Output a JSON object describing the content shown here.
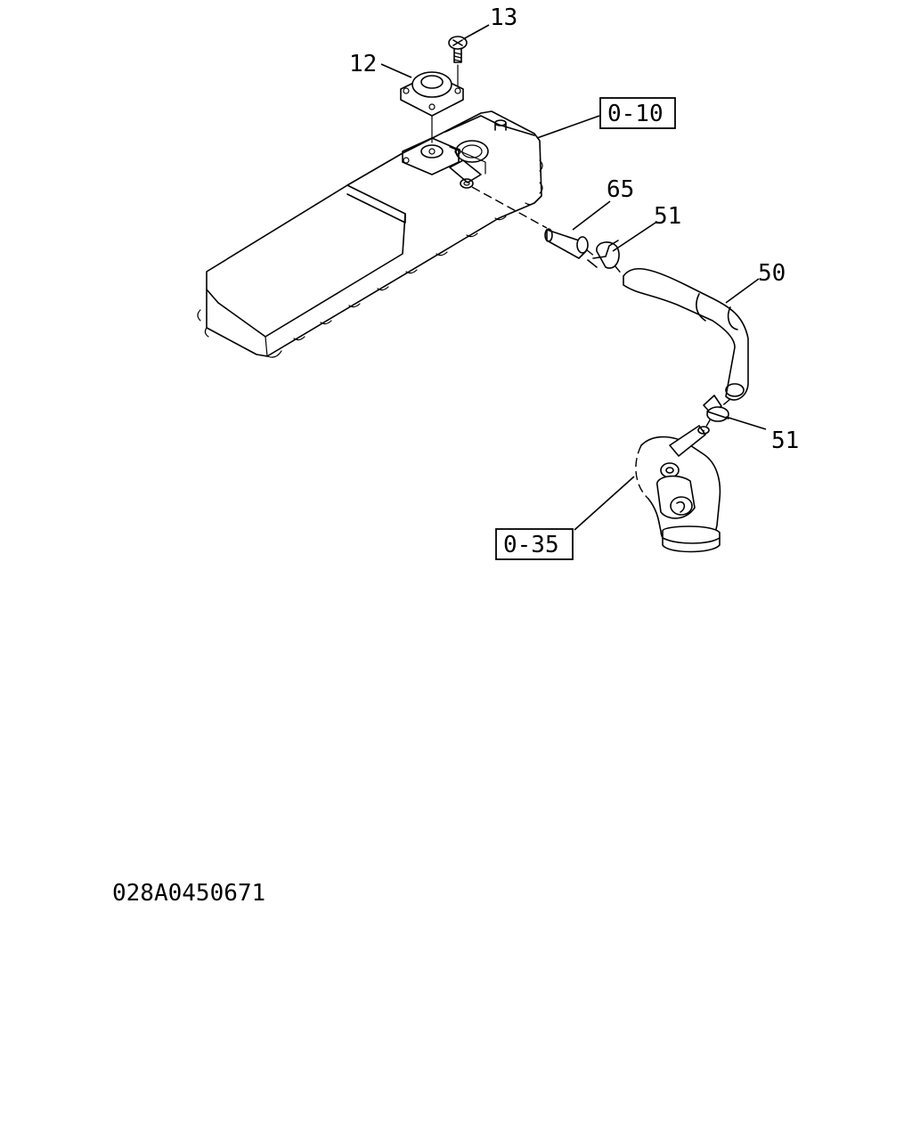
{
  "callouts": {
    "screw": "13",
    "cap": "12",
    "nipple": "65",
    "clip_upper": "51",
    "hose": "50",
    "clip_lower": "51"
  },
  "references": {
    "head_cover": "0-10",
    "air_duct": "0-35"
  },
  "drawing_id": "028A0450671",
  "line_color": "#000000",
  "background_color": "#ffffff"
}
